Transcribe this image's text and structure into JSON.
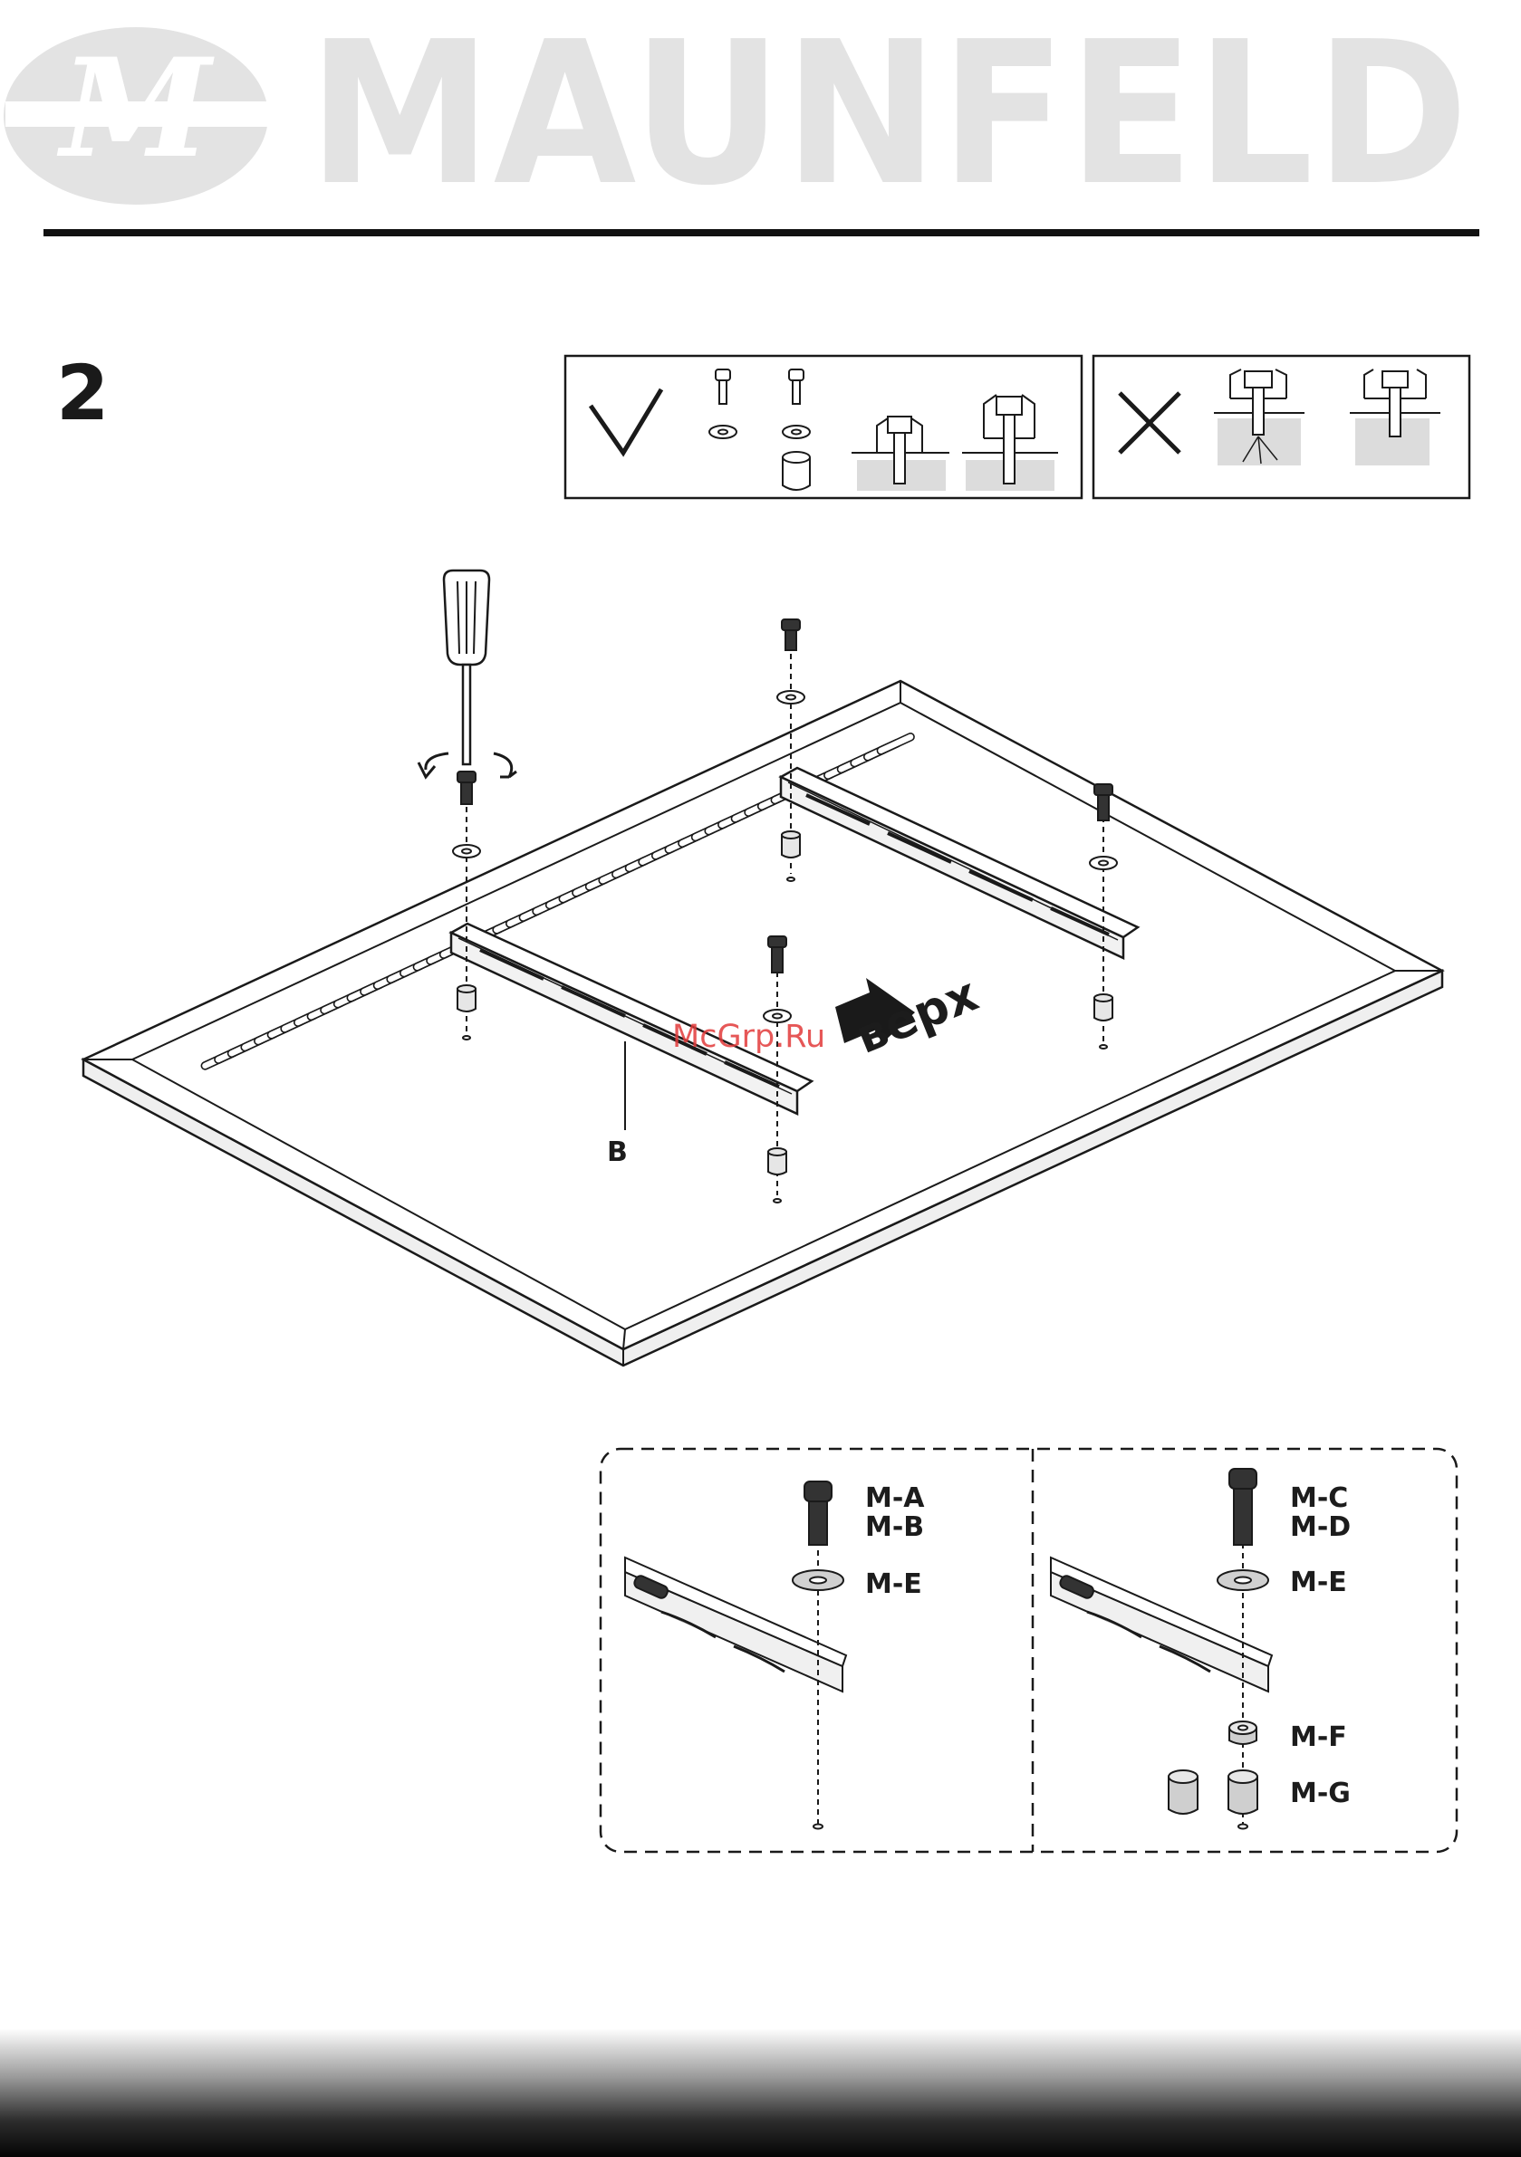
{
  "brand": {
    "monogram": "M",
    "wordmark": "MAUNFELD"
  },
  "step": {
    "number": "2"
  },
  "diagram": {
    "bracket_label": "B",
    "up_label": "верх"
  },
  "hardware_detail": {
    "left_panel": {
      "screw_labels": [
        "M-A",
        "M-B"
      ],
      "washer_label": "M-E"
    },
    "right_panel": {
      "screw_labels": [
        "M-C",
        "M-D"
      ],
      "washer_label": "M-E",
      "spacer_label": "M-F",
      "spacer_alt_label": "M-G"
    }
  },
  "watermark": "McGrp.Ru"
}
